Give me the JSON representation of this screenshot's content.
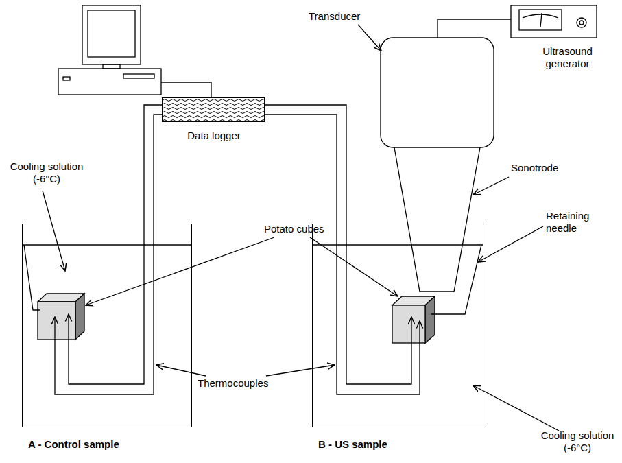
{
  "diagram": {
    "nodes": [
      {
        "text": [
          "Data logger"
        ]
      },
      {
        "text": [
          "A - Control sample"
        ]
      },
      {
        "text": [
          "B - US sample"
        ]
      }
    ],
    "edges": [
      {
        "from": 0,
        "to": 1,
        "arrow": "none"
      },
      {
        "from": 0,
        "to": 2,
        "arrow": "none"
      }
    ],
    "labels": [
      "Transducer",
      "Ultrasound generator",
      "Cooling solution (-6°C)",
      "Sonotrode",
      "Potato cubes",
      "Retaining needle",
      "Thermocouples",
      "Cooling solution (-6°C)"
    ]
  }
}
